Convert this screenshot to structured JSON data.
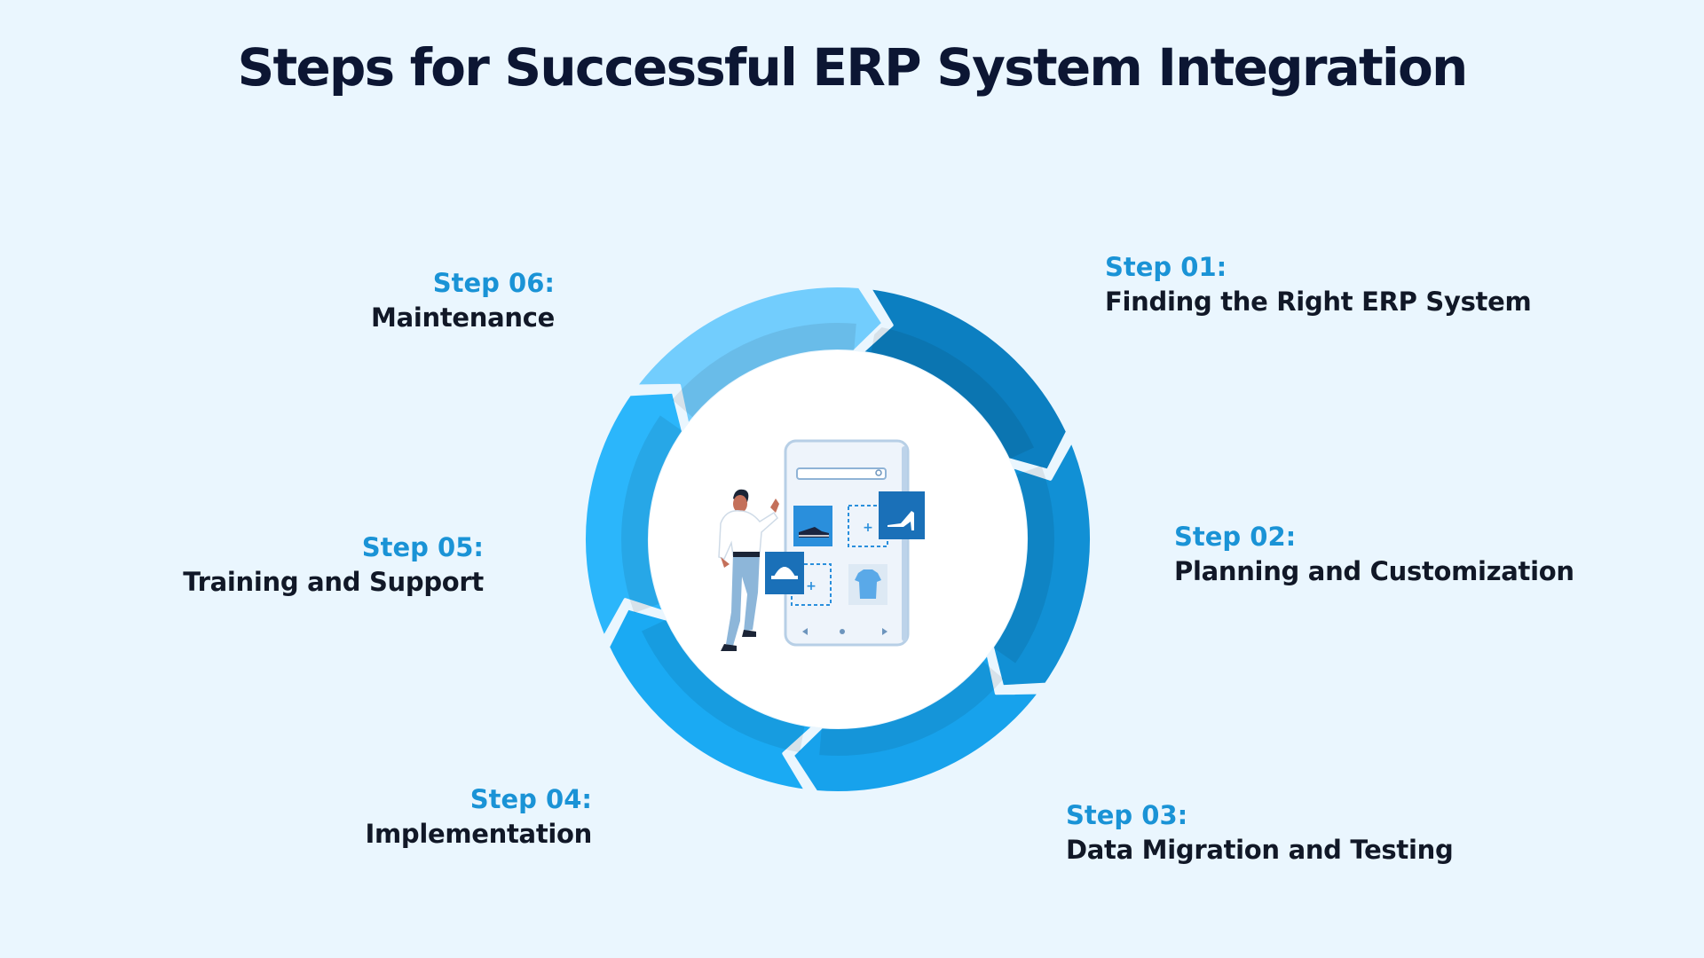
{
  "title": "Steps for Successful ERP System Integration",
  "steps": [
    {
      "number": "Step 01:",
      "label": "Finding the Right ERP System",
      "color": "#0c7fc1"
    },
    {
      "number": "Step 02:",
      "label": "Planning and Customization",
      "color": "#1190d5"
    },
    {
      "number": "Step 03:",
      "label": "Data Migration and Testing",
      "color": "#17a2ec"
    },
    {
      "number": "Step 04:",
      "label": "Implementation",
      "color": "#1aaaf3"
    },
    {
      "number": "Step 05:",
      "label": "Training and Support",
      "color": "#2bb6fb"
    },
    {
      "number": "Step 06:",
      "label": "Maintenance",
      "color": "#72cdfd"
    }
  ],
  "colors": {
    "background": "#eaf6fe",
    "title": "#0c1633",
    "step_number": "#1a93d6",
    "step_label": "#111827"
  },
  "illustration_icons": [
    "person-icon",
    "phone-icon",
    "search-bar-icon",
    "sneaker-icon",
    "high-heel-icon",
    "hat-icon",
    "shirt-icon"
  ]
}
